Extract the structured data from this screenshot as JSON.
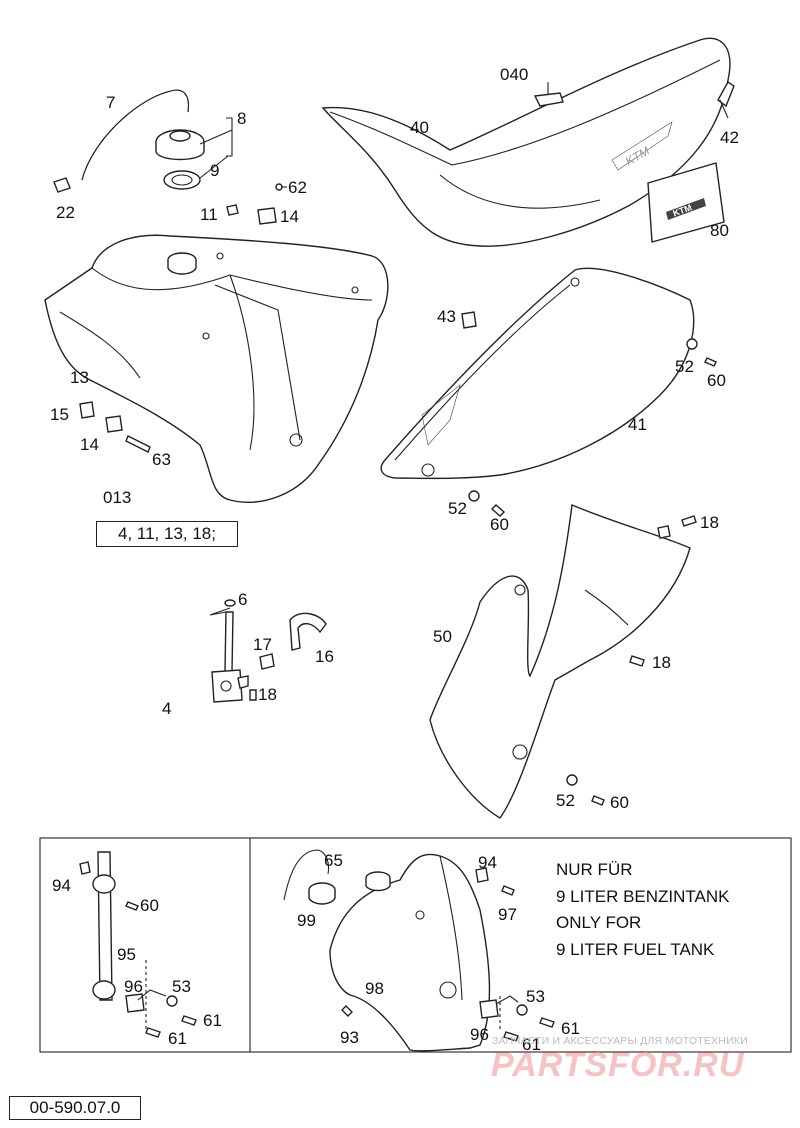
{
  "callouts": {
    "c7": "7",
    "c8": "8",
    "c9": "9",
    "c22": "22",
    "c040": "040",
    "c40": "40",
    "c42": "42",
    "c80": "80",
    "c62": "62",
    "c11a": "11",
    "c14a": "14",
    "c43": "43",
    "c13": "13",
    "c52a": "52",
    "c60a": "60",
    "c15": "15",
    "c14b": "14",
    "c63": "63",
    "c41": "41",
    "c013": "013",
    "c52b": "52",
    "c60b": "60",
    "c18a": "18",
    "c6": "6",
    "c17": "17",
    "c16": "16",
    "c50": "50",
    "c4": "4",
    "c18b": "18",
    "c18c": "18",
    "c52c": "52",
    "c60c": "60",
    "c94a": "94",
    "c60d": "60",
    "c95": "95",
    "c96a": "96",
    "c53a": "53",
    "c61a": "61",
    "c61b": "61",
    "c65": "65",
    "c99": "99",
    "c98": "98",
    "c93": "93",
    "c94b": "94",
    "c97": "97",
    "c53b": "53",
    "c96b": "96",
    "c61c": "61",
    "c61d": "61"
  },
  "kit_box": "4, 11, 13, 18;",
  "note": {
    "line1": "NUR FÜR",
    "line2": "9 LITER BENZINTANK",
    "line3": "ONLY FOR",
    "line4": "9 LITER FUEL TANK"
  },
  "document_number": "00-590.07.0",
  "watermark": {
    "tagline": "ЗАПЧАСТИ И АКСЕССУАРЫ ДЛЯ МОТОТЕХНИКИ",
    "brand": "PARTSFOR.RU"
  },
  "decal_text": {
    "seat_logo": "KTM",
    "sticker_logo": "KTM"
  },
  "colors": {
    "line": "#222222",
    "watermark_logo": "#f7c2c2",
    "watermark_text": "#bbbbbb"
  }
}
